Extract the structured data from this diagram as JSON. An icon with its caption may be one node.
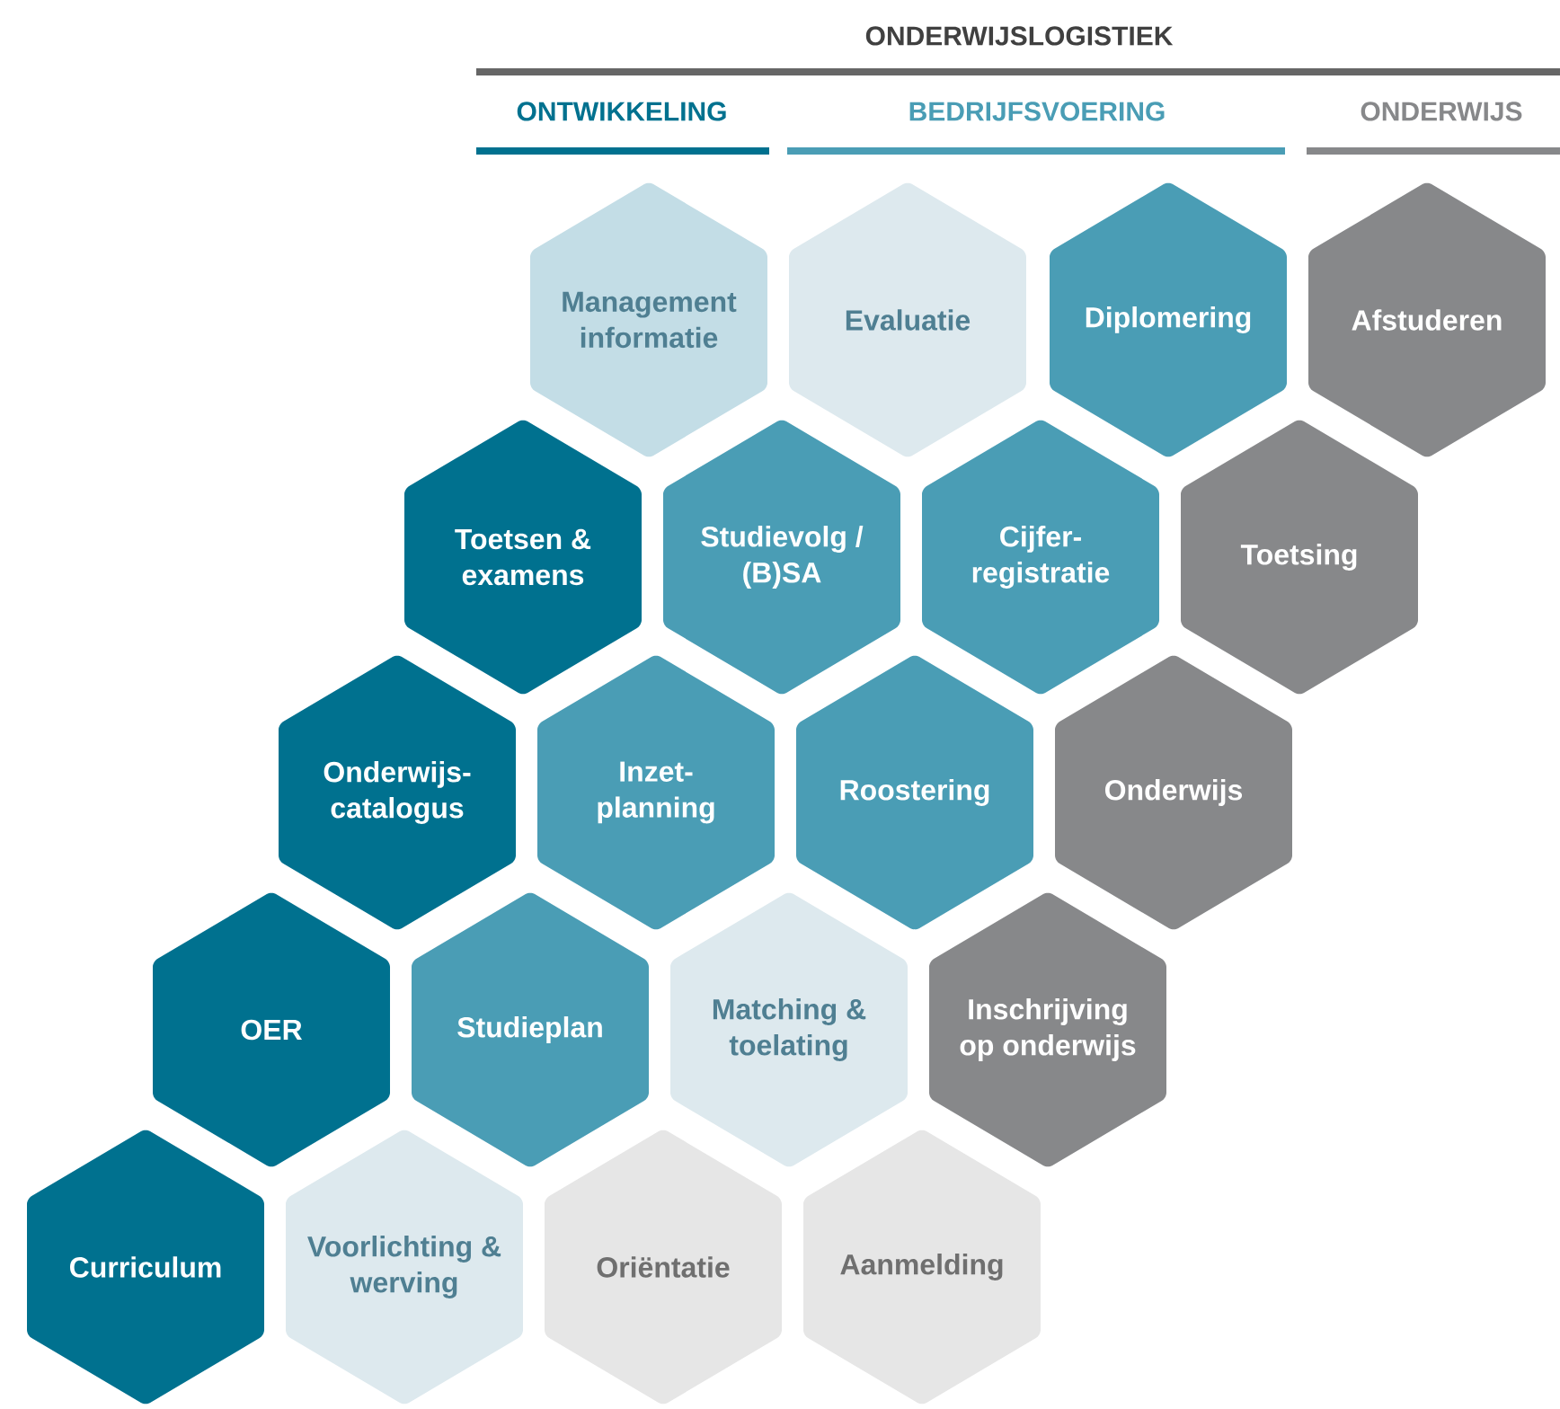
{
  "diagram": {
    "title": "ONDERWIJSLOGISTIEK",
    "nodes": [
      {
        "text": [
          "Management informatie"
        ]
      },
      {
        "text": [
          "Evaluatie"
        ]
      },
      {
        "text": [
          "Diplomering"
        ]
      },
      {
        "text": [
          "Afstuderen"
        ]
      },
      {
        "text": [
          "Toetsen & examens"
        ]
      },
      {
        "text": [
          "Studievolg / (B)SA"
        ]
      },
      {
        "text": [
          "Cijfer-registratie"
        ]
      },
      {
        "text": [
          "Toetsing"
        ]
      },
      {
        "text": [
          "Onderwijs-catalogus"
        ]
      },
      {
        "text": [
          "Inzet-planning"
        ]
      },
      {
        "text": [
          "Roostering"
        ]
      },
      {
        "text": [
          "Onderwijs"
        ]
      },
      {
        "text": [
          "OER"
        ]
      },
      {
        "text": [
          "Studieplan"
        ]
      },
      {
        "text": [
          "Matching & toelating"
        ]
      },
      {
        "text": [
          "Inschrijving op onderwijs"
        ]
      },
      {
        "text": [
          "Curriculum"
        ]
      },
      {
        "text": [
          "Voorlichting & werving"
        ]
      },
      {
        "text": [
          "Oriëntatie"
        ]
      },
      {
        "text": [
          "Aanmelding"
        ]
      }
    ],
    "labels": [
      "ONTWIKKELING",
      "BEDRIJFSVOERING",
      "ONDERWIJS"
    ]
  }
}
